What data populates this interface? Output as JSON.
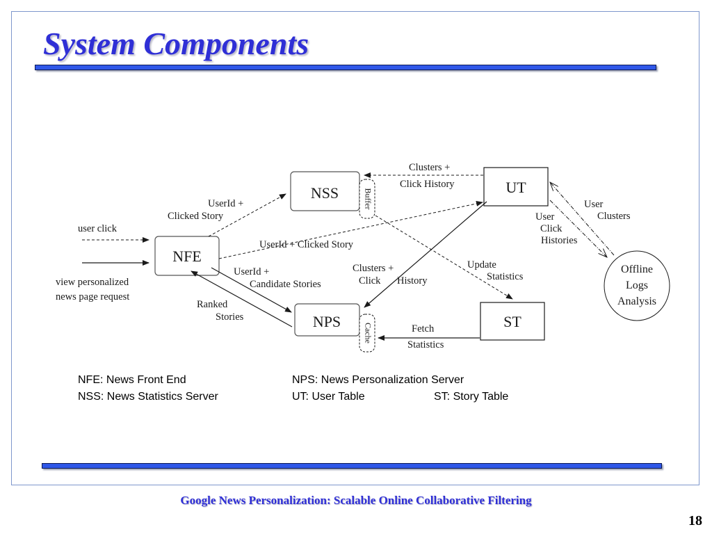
{
  "slide": {
    "title": "System Components",
    "footer": "Google News Personalization: Scalable Online Collaborative Filtering",
    "page_number": "18"
  },
  "diagram": {
    "nodes": {
      "nfe": "NFE",
      "nss": "NSS",
      "nps": "NPS",
      "ut": "UT",
      "st": "ST",
      "offline_1": "Offline",
      "offline_2": "Logs",
      "offline_3": "Analysis",
      "buffer": "Buffer",
      "cache": "Cache"
    },
    "labels": {
      "user_click": "user click",
      "view_1": "view personalized",
      "view_2": "news page request",
      "userid_clicked_1": "UserId +",
      "userid_clicked_2": "Clicked Story",
      "userid_clicked_story": "UserId + Clicked Story",
      "clusters_click_1": "Clusters +",
      "clusters_click_2": "Click History",
      "userid_candidate_1": "UserId +",
      "userid_candidate_2": "Candidate Stories",
      "ranked_1": "Ranked",
      "ranked_2": "Stories",
      "clusters_click_nps_1": "Clusters +",
      "clusters_click_nps_2": "Click",
      "clusters_click_nps_3": "History",
      "update_1": "Update",
      "update_2": "Statistics",
      "fetch_1": "Fetch",
      "fetch_2": "Statistics",
      "user_clusters_1": "User",
      "user_clusters_2": "Clusters",
      "user_click_hist_1": "User",
      "user_click_hist_2": "Click",
      "user_click_hist_3": "Histories"
    }
  },
  "legend": {
    "nfe": "NFE: News Front End",
    "nps": "NPS: News Personalization Server",
    "nss": "NSS: News Statistics Server",
    "ut": "UT: User Table",
    "st": "ST: Story Table"
  },
  "colors": {
    "title": "#2f2fd6",
    "rule": "#2f57e8",
    "frame": "#7e97cc"
  }
}
